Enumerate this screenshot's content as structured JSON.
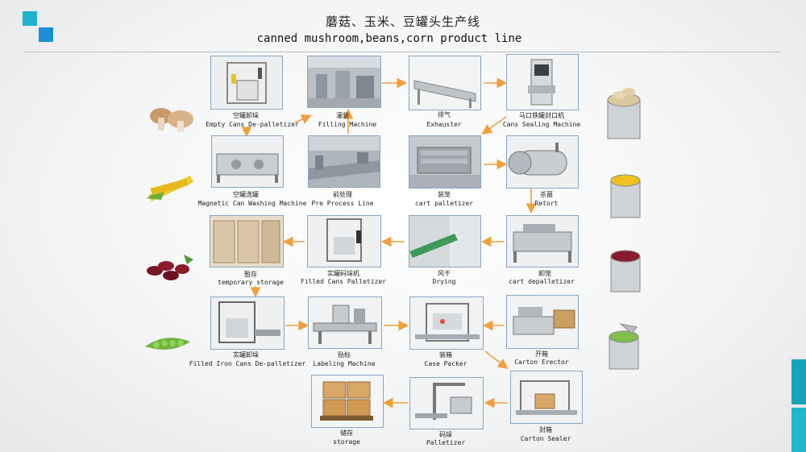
{
  "title": {
    "cn": "蘑菇、玉米、豆罐头生产线",
    "en": "canned mushroom,beans,corn product line"
  },
  "colors": {
    "accent_blue": "#1b8fd6",
    "accent_teal": "#16a3b9",
    "arrow": "#f0a03a"
  },
  "steps": [
    {
      "cn": "空罐卸垛",
      "en": "Empty Cans De-palletizer"
    },
    {
      "cn": "灌装",
      "en": "Filling Machine"
    },
    {
      "cn": "排气",
      "en": "Exhauster"
    },
    {
      "cn": "马口铁罐封口机",
      "en": "Cans Sealing Machine"
    },
    {
      "cn": "空罐洗罐",
      "en": "Magnetic Can Washing Machine"
    },
    {
      "cn": "前处理",
      "en": "Pre Process Line"
    },
    {
      "cn": "装笼",
      "en": "cart palletizer"
    },
    {
      "cn": "杀菌",
      "en": "Retort"
    },
    {
      "cn": "暂存",
      "en": "temporary storage"
    },
    {
      "cn": "实罐码垛机",
      "en": "Filled Cans Palletizer"
    },
    {
      "cn": "风干",
      "en": "Drying"
    },
    {
      "cn": "卸笼",
      "en": "cart depalletizer"
    },
    {
      "cn": "实罐卸垛",
      "en": "Filled Iron Cans De-palletizer"
    },
    {
      "cn": "贴标",
      "en": "Labeling Machine"
    },
    {
      "cn": "装箱",
      "en": "Case Packer"
    },
    {
      "cn": "开箱",
      "en": "Carton Erector"
    },
    {
      "cn": "储存",
      "en": "storage"
    },
    {
      "cn": "码垛",
      "en": "Palletizer"
    },
    {
      "cn": "封箱",
      "en": "Carton Sealer"
    }
  ],
  "side_images": {
    "left": [
      "mushroom-icon",
      "corn-icon",
      "kidney-beans-icon",
      "peas-icon"
    ],
    "right": [
      "canned-mushroom-icon",
      "canned-corn-icon",
      "canned-beans-icon",
      "canned-peas-icon"
    ]
  }
}
